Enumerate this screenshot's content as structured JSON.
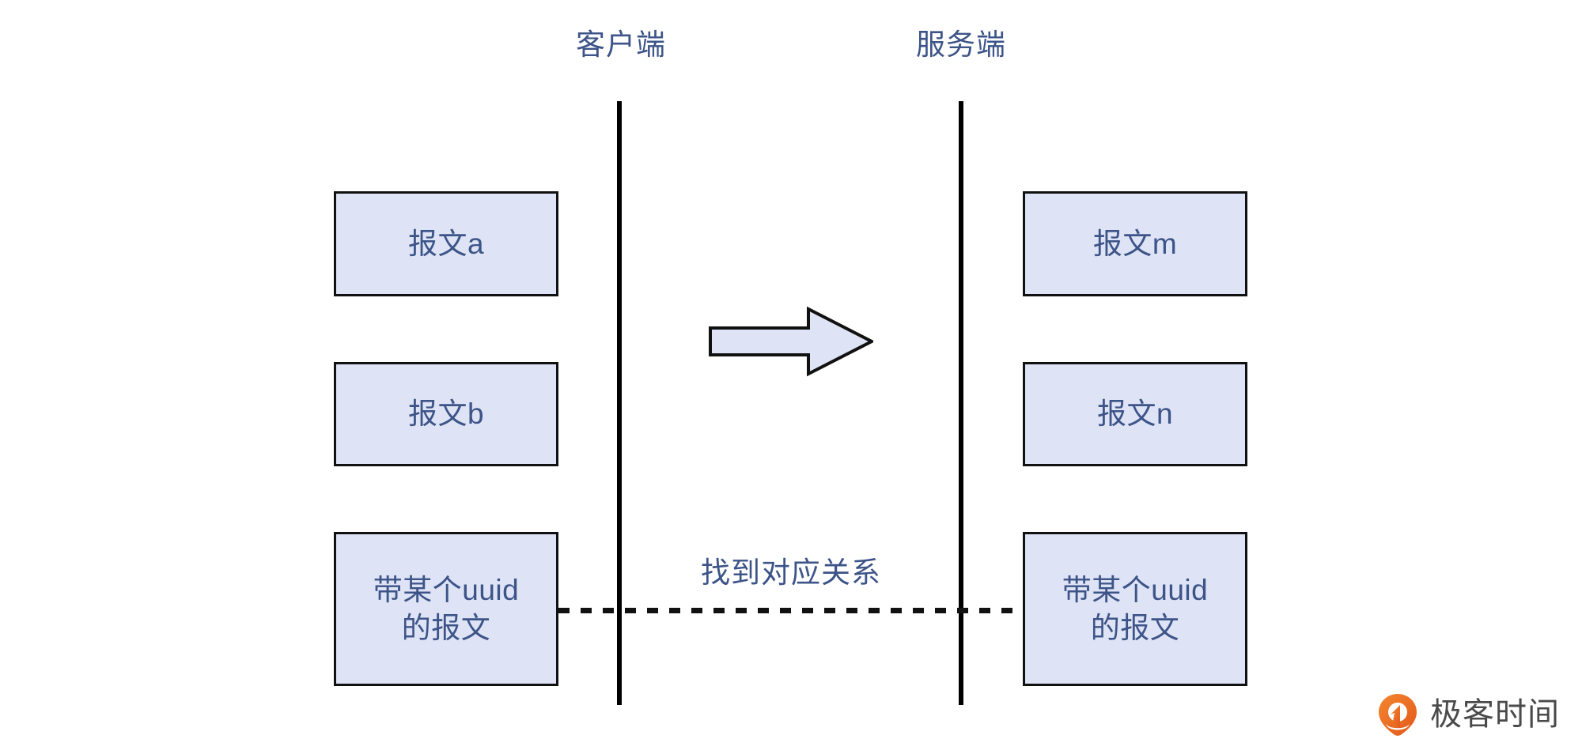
{
  "diagram": {
    "columns": [
      {
        "id": "client",
        "label": "客户端"
      },
      {
        "id": "server",
        "label": "服务端"
      }
    ],
    "left_messages": [
      {
        "label": "报文a"
      },
      {
        "label": "报文b"
      },
      {
        "label": "带某个uuid\n的报文"
      }
    ],
    "right_messages": [
      {
        "label": "报文m"
      },
      {
        "label": "报文n"
      },
      {
        "label": "带某个uuid\n的报文"
      }
    ],
    "flow_arrow": {
      "icon": "right-arrow-icon",
      "direction": "right"
    },
    "correlation": {
      "label": "找到对应关系",
      "line_style": "dashed"
    }
  },
  "brand": {
    "name": "极客时间",
    "mark_icon": "geektime-logo-icon"
  },
  "colors": {
    "box_fill": "#dee3f5",
    "box_border": "#111111",
    "text_blue": "#3d5488",
    "line_black": "#000000",
    "brand_orange": "#f06a23",
    "brand_orange_dark": "#e2581c",
    "brand_text_gray": "#4a4a4a",
    "background": "#ffffff"
  }
}
